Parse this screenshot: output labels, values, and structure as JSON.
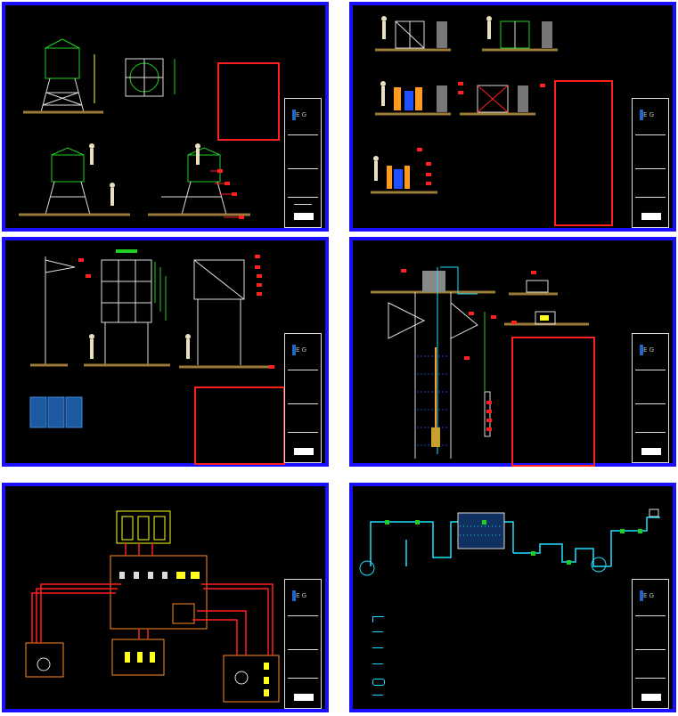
{
  "sheets": [
    {
      "id": "water-tank-tower",
      "notes": {
        "title": "",
        "lines": [
          "",
          "",
          "",
          "",
          "",
          "",
          "",
          "",
          ""
        ]
      },
      "title_block": {
        "logo_text": "E G"
      }
    },
    {
      "id": "water-purifier-equipment",
      "notes": {
        "title": "",
        "lines": [
          "",
          "",
          "",
          "",
          "",
          "",
          "",
          "",
          "",
          "",
          "",
          "",
          "",
          "",
          "",
          "",
          ""
        ]
      },
      "title_block": {
        "logo_text": "E G"
      }
    },
    {
      "id": "solar-panel-frame",
      "notes": {
        "title": "",
        "lines": [
          "",
          "",
          "",
          "",
          "",
          "",
          "",
          ""
        ]
      },
      "title_block": {
        "logo_text": "E G"
      }
    },
    {
      "id": "well-pump",
      "notes": {
        "title": "",
        "lines": [
          "",
          "",
          "",
          "",
          "",
          "",
          "",
          "",
          "",
          "",
          "",
          "",
          "",
          "",
          "",
          "",
          ""
        ]
      },
      "title_block": {
        "logo_text": "E G"
      }
    },
    {
      "id": "electrical-diagram",
      "sheet_label": "",
      "captions": [],
      "title_block": {
        "logo_text": "E G"
      }
    },
    {
      "id": "hydraulic-diagram",
      "sheet_label": "",
      "legend": [
        {
          "icon": "pvc-elbow-icon",
          "label": ""
        },
        {
          "icon": "valve-icon",
          "label": ""
        },
        {
          "icon": "pvc-tee-icon",
          "label": ""
        },
        {
          "icon": "foot-valve-icon",
          "label": ""
        },
        {
          "icon": "water-meter-icon",
          "label": ""
        },
        {
          "icon": "pvc-pipe-icon",
          "label": ""
        }
      ],
      "title_block": {
        "logo_text": "E G"
      }
    }
  ],
  "colors": {
    "sheet_background": "#000000",
    "sheet_border": "#1a10ff",
    "notes_border": "#ff2020",
    "notes_text": "#ffff40",
    "green_structure": "#20d020",
    "cyan_pipe": "#20e0ff",
    "red_wire": "#ff2020",
    "ground": "#9b7a3a"
  }
}
